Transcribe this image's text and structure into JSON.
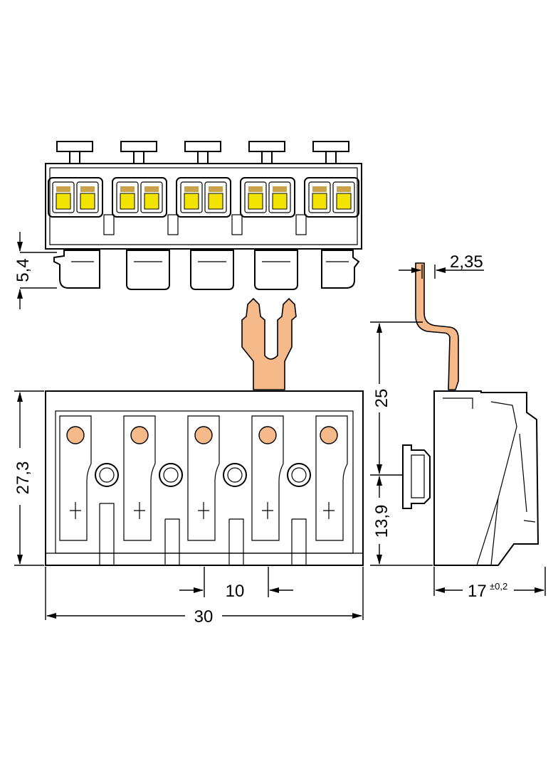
{
  "colors": {
    "line": "#000000",
    "background": "#ffffff",
    "yellow_tab": "#f2e400",
    "orange_pin": "#f5b98a",
    "bronze": "#c9a24a"
  },
  "dimensions": {
    "d_5_4": "5,4",
    "d_2_35": "2,35",
    "d_25": "25",
    "d_27_3": "27,3",
    "d_13_9": "13,9",
    "d_10": "10",
    "d_30": "30",
    "d_17": "17",
    "d_17_tol": "±0,2"
  }
}
